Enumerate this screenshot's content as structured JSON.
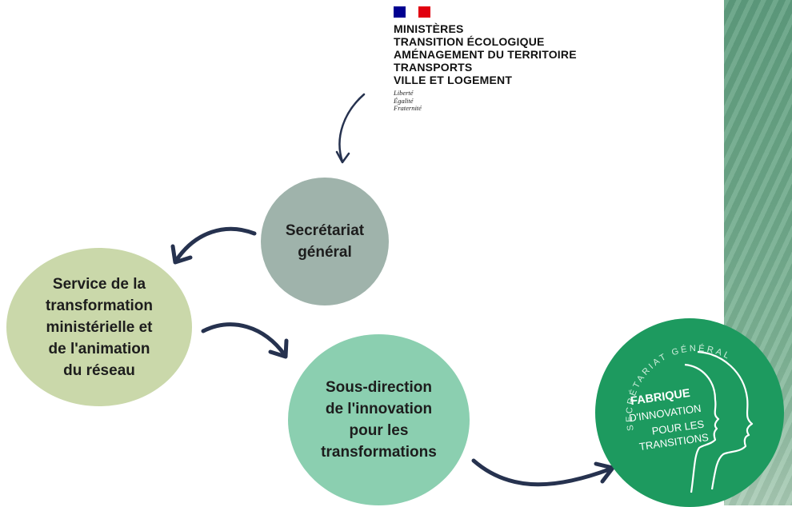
{
  "logo": {
    "flag_colors": [
      "#000091",
      "#ffffff",
      "#e1000f"
    ],
    "lines": [
      "MINISTÈRES",
      "TRANSITION ÉCOLOGIQUE",
      "AMÉNAGEMENT DU TERRITOIRE",
      "TRANSPORTS",
      "VILLE ET LOGEMENT"
    ],
    "motto": [
      "Liberté",
      "Égalité",
      "Fraternité"
    ]
  },
  "nodes": {
    "secretariat": {
      "label": "Secrétariat\ngénéral",
      "color": "#9fb3ab"
    },
    "service": {
      "label": "Service de la\ntransformation\nministérielle et\nde l'animation\ndu réseau",
      "color": "#cad8aa"
    },
    "sous_direction": {
      "label": "Sous-direction\nde l'innovation\npour les\ntransformations",
      "color": "#8bcfb0"
    }
  },
  "badge": {
    "arc_text": "SECRÉTARIAT GÉNÉRAL",
    "title": "FABRIQUE",
    "lines": [
      "D'INNOVATION",
      "POUR LES",
      "TRANSITIONS"
    ],
    "color": "#1d9a5f"
  },
  "arrow_color": "#26324f"
}
